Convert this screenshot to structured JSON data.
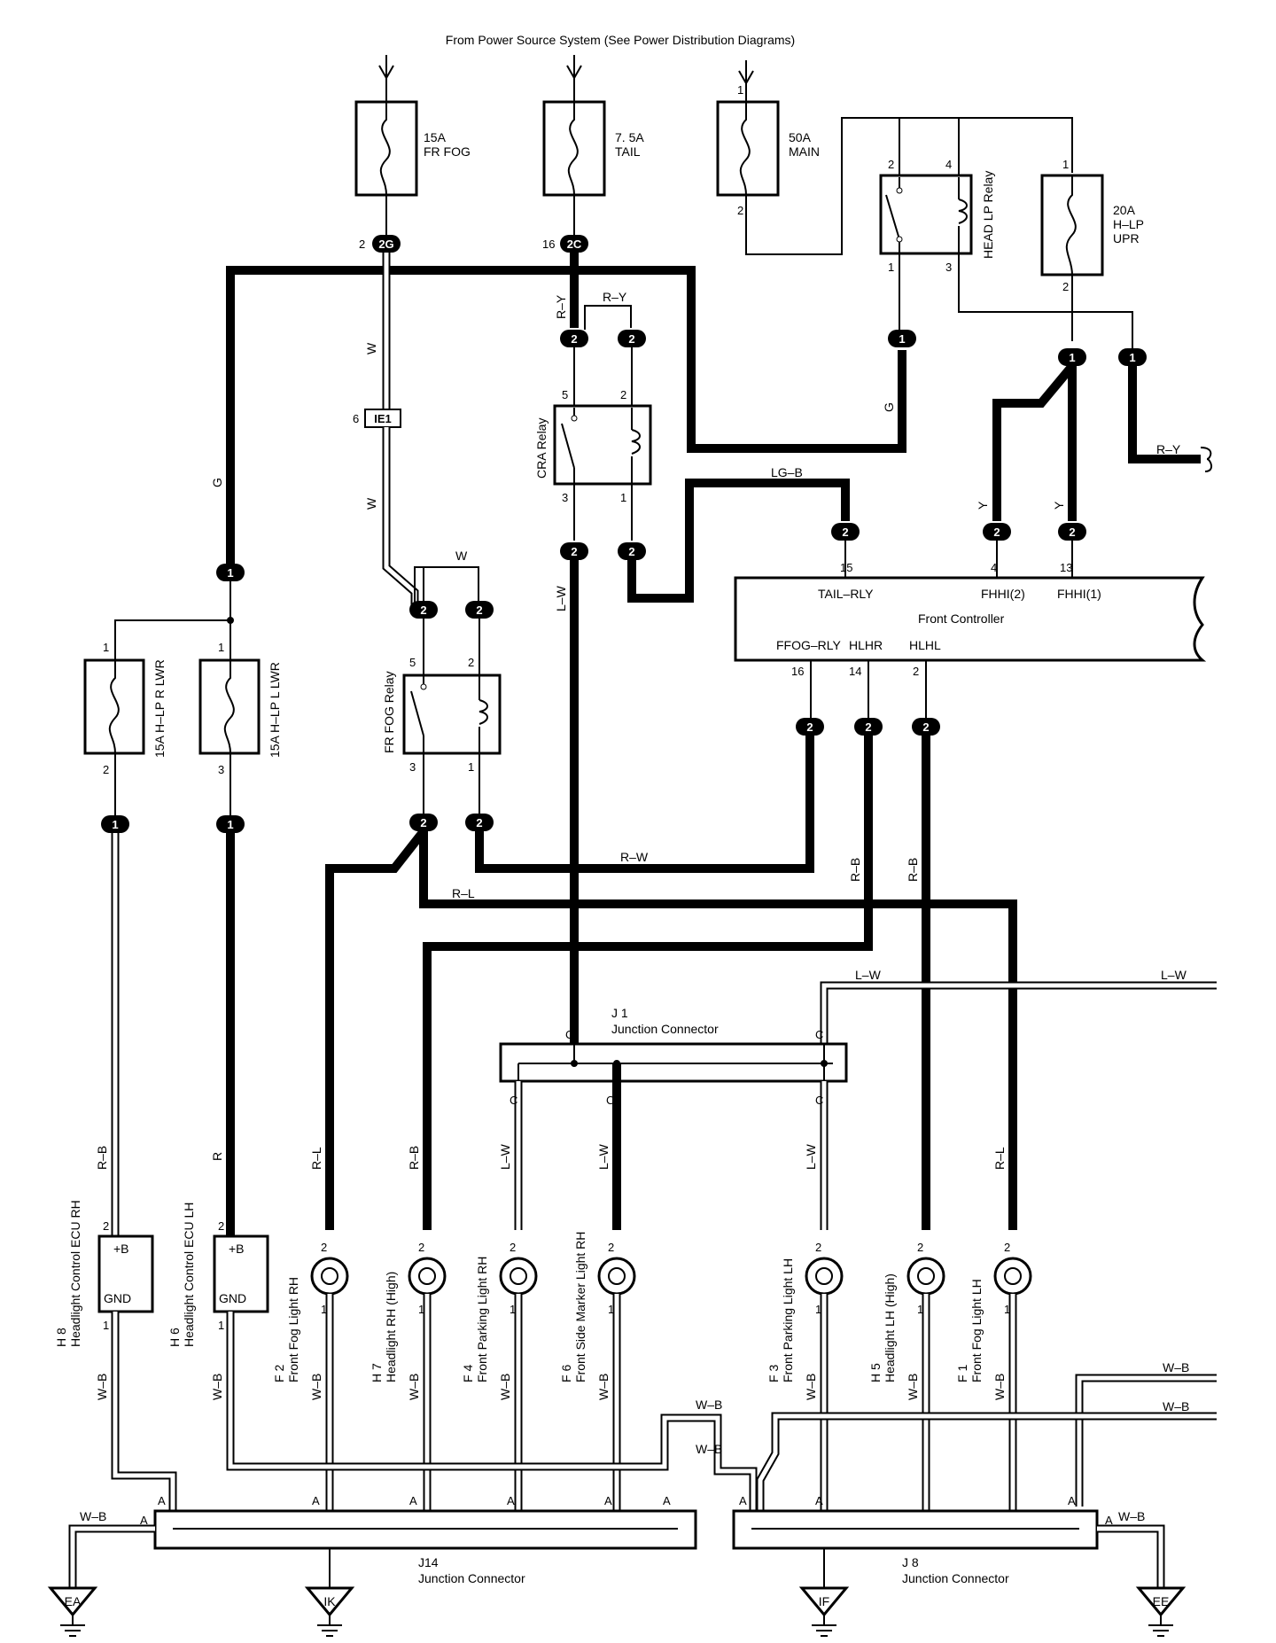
{
  "header": {
    "source_note": "From Power Source System (See Power Distribution Diagrams)"
  },
  "fuses": [
    {
      "amp": "15A",
      "name": "FR FOG"
    },
    {
      "amp": "7. 5A",
      "name": "TAIL"
    },
    {
      "amp": "50A",
      "name": "MAIN"
    },
    {
      "amp": "20A",
      "name": "H–LP",
      "name2": "UPR"
    },
    {
      "amp": "15A",
      "name": "H–LP R LWR"
    },
    {
      "amp": "15A",
      "name": "H–LP L LWR"
    }
  ],
  "relays": {
    "head_lp": "HEAD LP Relay",
    "cra": "CRA Relay",
    "fr_fog": "FR FOG Relay"
  },
  "connectors": {
    "c_2g": "2G",
    "c_2c": "2C",
    "c_ie1": "IE1",
    "c_1": "1",
    "c_2": "2"
  },
  "pins": {
    "p1": "1",
    "p2": "2",
    "p3": "3",
    "p4": "4",
    "p5": "5",
    "p6": "6",
    "p13": "13",
    "p14": "14",
    "p15": "15",
    "p16": "16",
    "pA": "A",
    "pC": "C"
  },
  "wires": {
    "w": "W",
    "g": "G",
    "ry": "R–Y",
    "lgb": "LG–B",
    "y": "Y",
    "lw": "L–W",
    "rw": "R–W",
    "rl": "R–L",
    "rb": "R–B",
    "r": "R",
    "wb": "W–B"
  },
  "front_controller": {
    "name": "Front Controller",
    "terminals": [
      "TAIL–RLY",
      "FHHI(2)",
      "FHHI(1)",
      "FFOG–RLY",
      "HLHR",
      "HLHL"
    ]
  },
  "junctions": {
    "j1_id": "J 1",
    "j1_name": "Junction Connector",
    "j14_id": "J14",
    "j14_name": "Junction Connector",
    "j8_id": "J 8",
    "j8_name": "Junction Connector"
  },
  "ecus": {
    "plus_b": "+B",
    "gnd": "GND",
    "rh_id": "H 8",
    "rh_name": "Headlight Control ECU RH",
    "lh_id": "H 6",
    "lh_name": "Headlight Control ECU LH"
  },
  "lights": [
    {
      "id": "F 2",
      "name": "Front Fog Light RH"
    },
    {
      "id": "H 7",
      "name": "Headlight RH (High)"
    },
    {
      "id": "F 4",
      "name": "Front Parking Light RH"
    },
    {
      "id": "F 6",
      "name": "Front Side Marker Light RH"
    },
    {
      "id": "F 3",
      "name": "Front Parking Light LH"
    },
    {
      "id": "H 5",
      "name": "Headlight LH (High)"
    },
    {
      "id": "F 1",
      "name": "Front Fog Light LH"
    }
  ],
  "grounds": [
    "EA",
    "IK",
    "IF",
    "EE"
  ]
}
